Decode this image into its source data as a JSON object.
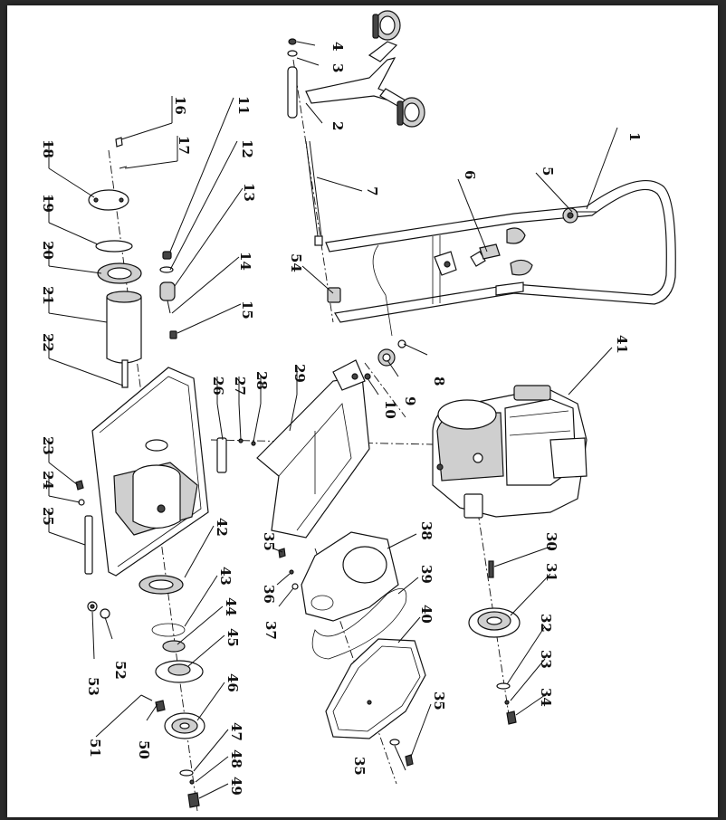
{
  "callouts": [
    {
      "id": "c1",
      "label": "1"
    },
    {
      "id": "c2",
      "label": "2"
    },
    {
      "id": "c3",
      "label": "3"
    },
    {
      "id": "c4",
      "label": "4"
    },
    {
      "id": "c5",
      "label": "5"
    },
    {
      "id": "c6",
      "label": "6"
    },
    {
      "id": "c7",
      "label": "7"
    },
    {
      "id": "c8",
      "label": "8"
    },
    {
      "id": "c9",
      "label": "9"
    },
    {
      "id": "c10",
      "label": "10"
    },
    {
      "id": "c11",
      "label": "11"
    },
    {
      "id": "c12",
      "label": "12"
    },
    {
      "id": "c13",
      "label": "13"
    },
    {
      "id": "c14",
      "label": "14"
    },
    {
      "id": "c15",
      "label": "15"
    },
    {
      "id": "c16",
      "label": "16"
    },
    {
      "id": "c17",
      "label": "17"
    },
    {
      "id": "c18",
      "label": "18"
    },
    {
      "id": "c19",
      "label": "19"
    },
    {
      "id": "c20",
      "label": "20"
    },
    {
      "id": "c21",
      "label": "21"
    },
    {
      "id": "c22",
      "label": "22"
    },
    {
      "id": "c23",
      "label": "23"
    },
    {
      "id": "c24",
      "label": "24"
    },
    {
      "id": "c25",
      "label": "25"
    },
    {
      "id": "c26",
      "label": "26"
    },
    {
      "id": "c27",
      "label": "27"
    },
    {
      "id": "c28",
      "label": "28"
    },
    {
      "id": "c29",
      "label": "29"
    },
    {
      "id": "c30",
      "label": "30"
    },
    {
      "id": "c31",
      "label": "31"
    },
    {
      "id": "c32",
      "label": "32"
    },
    {
      "id": "c33",
      "label": "33"
    },
    {
      "id": "c34",
      "label": "34"
    },
    {
      "id": "c35a",
      "label": "35"
    },
    {
      "id": "c35b",
      "label": "35"
    },
    {
      "id": "c35c",
      "label": "35"
    },
    {
      "id": "c36",
      "label": "36"
    },
    {
      "id": "c37",
      "label": "37"
    },
    {
      "id": "c38",
      "label": "38"
    },
    {
      "id": "c39",
      "label": "39"
    },
    {
      "id": "c40",
      "label": "40"
    },
    {
      "id": "c41",
      "label": "41"
    },
    {
      "id": "c42",
      "label": "42"
    },
    {
      "id": "c43",
      "label": "43"
    },
    {
      "id": "c44",
      "label": "44"
    },
    {
      "id": "c45",
      "label": "45"
    },
    {
      "id": "c46",
      "label": "46"
    },
    {
      "id": "c47",
      "label": "47"
    },
    {
      "id": "c48",
      "label": "48"
    },
    {
      "id": "c49",
      "label": "49"
    },
    {
      "id": "c50",
      "label": "50"
    },
    {
      "id": "c51",
      "label": "51"
    },
    {
      "id": "c52",
      "label": "52"
    },
    {
      "id": "c53",
      "label": "53"
    },
    {
      "id": "c54",
      "label": "54"
    }
  ]
}
